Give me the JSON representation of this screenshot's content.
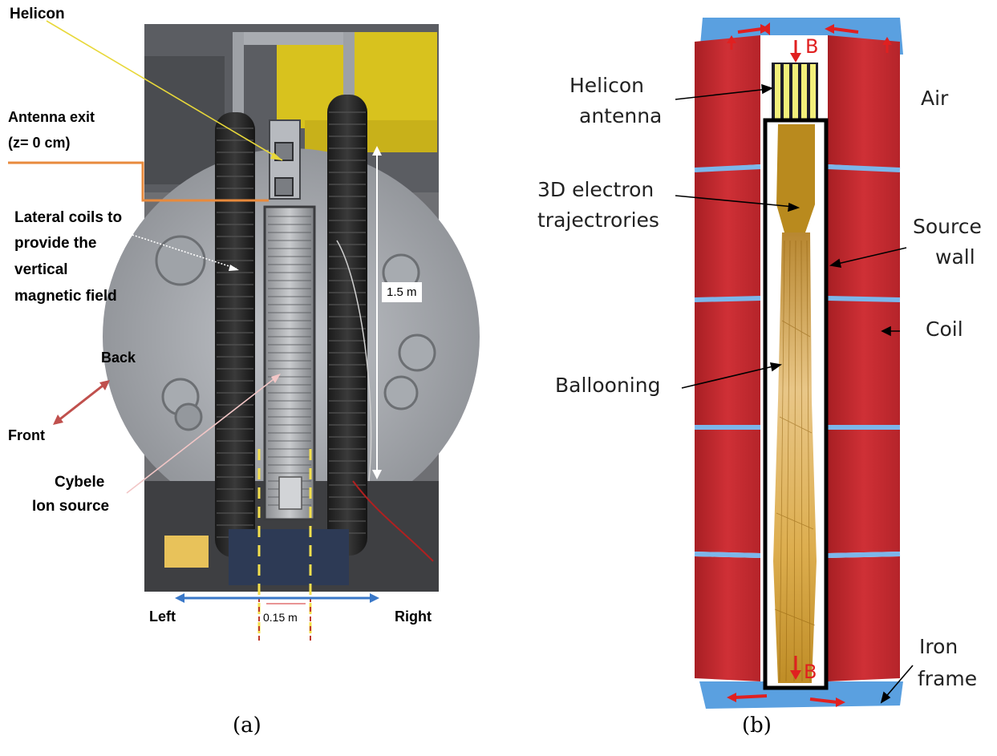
{
  "panel_a": {
    "helicon_label": "Helicon",
    "antenna_exit_line1": "Antenna exit",
    "antenna_exit_line2": "(z= 0 cm)",
    "lateral_coils_lines": [
      "Lateral coils to",
      "provide the",
      "vertical",
      "magnetic field"
    ],
    "back_label": "Back",
    "front_label": "Front",
    "cybele_line1": "Cybele",
    "cybele_line2": "Ion source",
    "height_label": "1.5 m",
    "width_label": "0.15 m",
    "left_label": "Left",
    "right_label": "Right",
    "caption": "(a)"
  },
  "panel_b": {
    "helicon_line1": "Helicon",
    "helicon_line2": "antenna",
    "electron_line1": "3D electron",
    "electron_line2": "trajectrories",
    "ballooning_label": "Ballooning",
    "air_label": "Air",
    "source_wall_line1": "Source",
    "source_wall_line2": "wall",
    "coil_label": "Coil",
    "iron_frame_line1": "Iron",
    "iron_frame_line2": "frame",
    "b_top": "B",
    "b_bottom": "B",
    "caption": "(b)"
  },
  "colors": {
    "coil_red": "#c1272d",
    "iron_blue": "#5aa0e0",
    "arrow_red": "#e02020",
    "helicon_yellow": "#f2ef7a",
    "trajectory_gold": "#c8962a",
    "photo_grey": "#8d9096"
  }
}
